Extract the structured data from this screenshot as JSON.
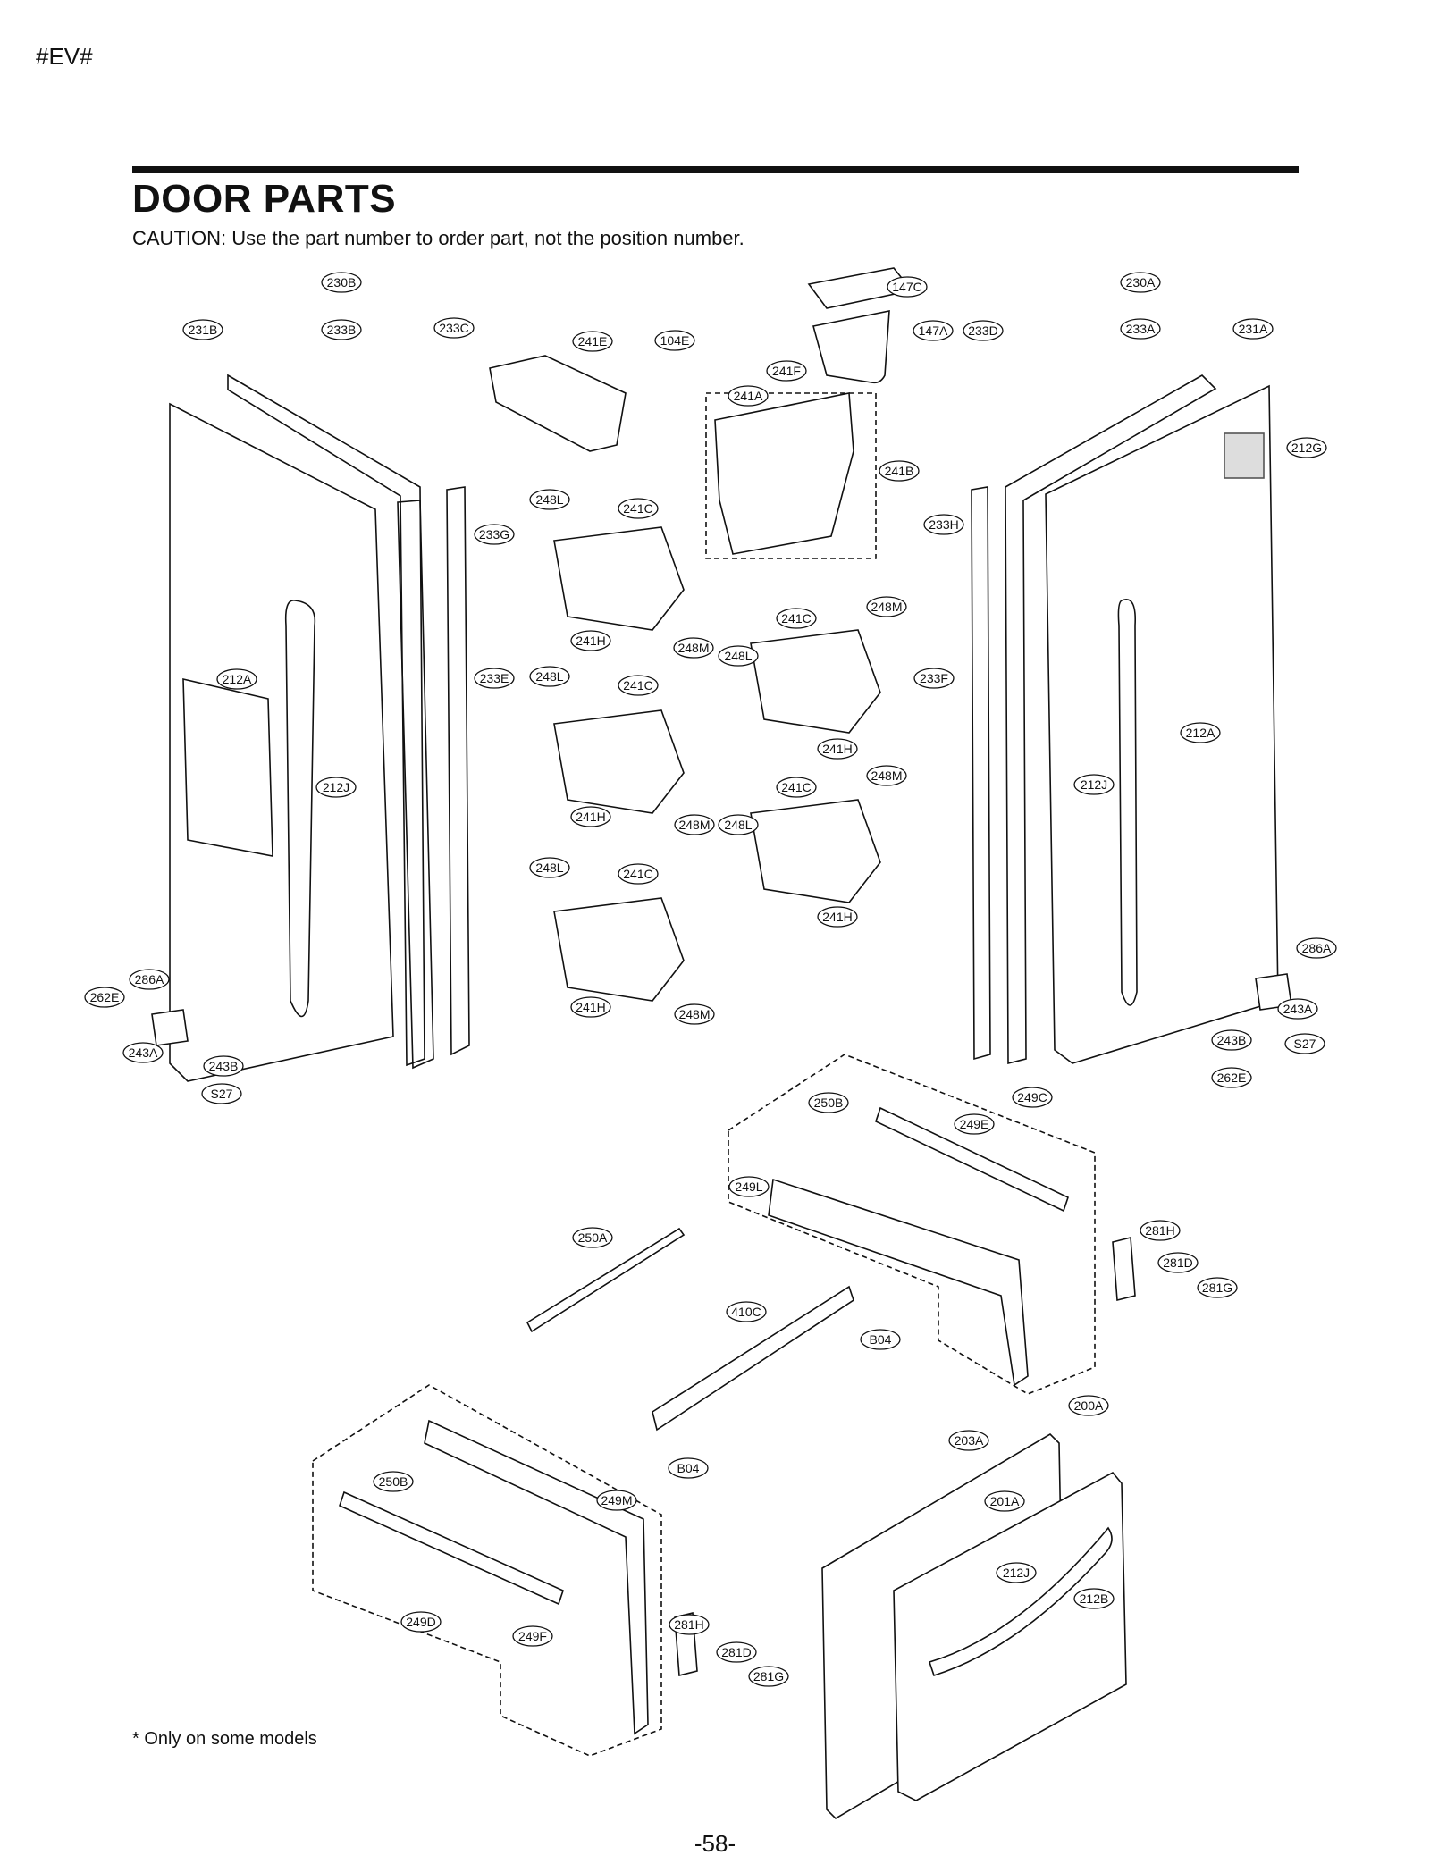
{
  "header": {
    "code": "#EV#",
    "page_title": "DOOR PARTS",
    "caution": "CAUTION: Use the part number to order part, not the position number."
  },
  "footer": {
    "note": "* Only on some models",
    "page_number": "-58-"
  },
  "callouts": [
    "230B",
    "231B",
    "233B",
    "233C",
    "241E",
    "104E",
    "147C",
    "147A",
    "233D",
    "230A",
    "233A",
    "231A",
    "241F",
    "241A",
    "212G",
    "241B",
    "233G",
    "248L",
    "241C",
    "233H",
    "241H",
    "248M",
    "241C",
    "248M",
    "212A",
    "233E",
    "248L",
    "241C",
    "248L",
    "233F",
    "212A",
    "241H",
    "212J",
    "212J",
    "241H",
    "248M",
    "241C",
    "248M",
    "248L",
    "248L",
    "241C",
    "241H",
    "286A",
    "286A",
    "262E",
    "243A",
    "241H",
    "248M",
    "243A",
    "243B",
    "243B",
    "S27",
    "S27",
    "262E",
    "249C",
    "250B",
    "249E",
    "249L",
    "281H",
    "250A",
    "281D",
    "281G",
    "410C",
    "B04",
    "200A",
    "203A",
    "B04",
    "250B",
    "249M",
    "201A",
    "212J",
    "212B",
    "249D",
    "249F",
    "281H",
    "281D",
    "281G"
  ]
}
